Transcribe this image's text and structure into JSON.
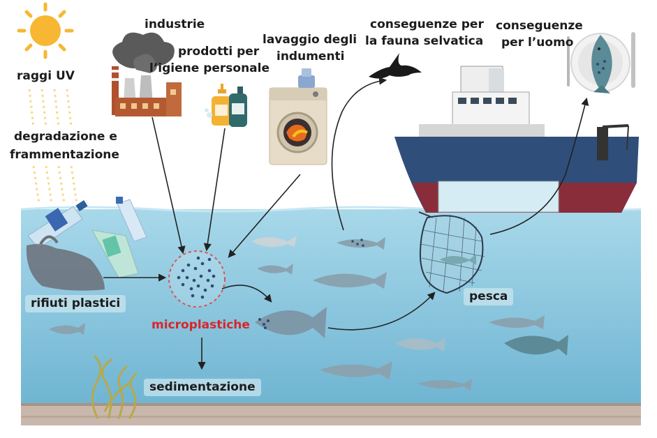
{
  "labels": {
    "uv": "raggi UV",
    "degradation_l1": "degradazione e",
    "degradation_l2": "frammentazione",
    "industry": "industrie",
    "hygiene_l1": "prodotti per",
    "hygiene_l2": "l’igiene personale",
    "laundry_l1": "lavaggio degli",
    "laundry_l2": "indumenti",
    "wildlife_l1": "conseguenze per",
    "wildlife_l2": "la fauna selvatica",
    "human_l1": "conseguenze",
    "human_l2": "per l’uomo",
    "waste": "rifiuti plastici",
    "microplastics": "microplastiche",
    "sedimentation": "sedimentazione",
    "fishing": "pesca"
  },
  "colors": {
    "sea_top": "#9fd3e6",
    "sea_bottom": "#6fb6d3",
    "seabed": "#c9b7ab",
    "highlight": "#d7262b",
    "ship_hull": "#2f4f7a",
    "ship_keel": "#8a2d3b"
  },
  "icons": [
    "sun-icon",
    "factory-icon",
    "soap-bottles-icon",
    "washing-machine-icon",
    "bird-icon",
    "fish-plate-icon",
    "ship-icon",
    "fishing-net-icon",
    "plastic-bottles-icon",
    "plastic-bag-icon",
    "seaweed-icon",
    "fish-icon"
  ]
}
